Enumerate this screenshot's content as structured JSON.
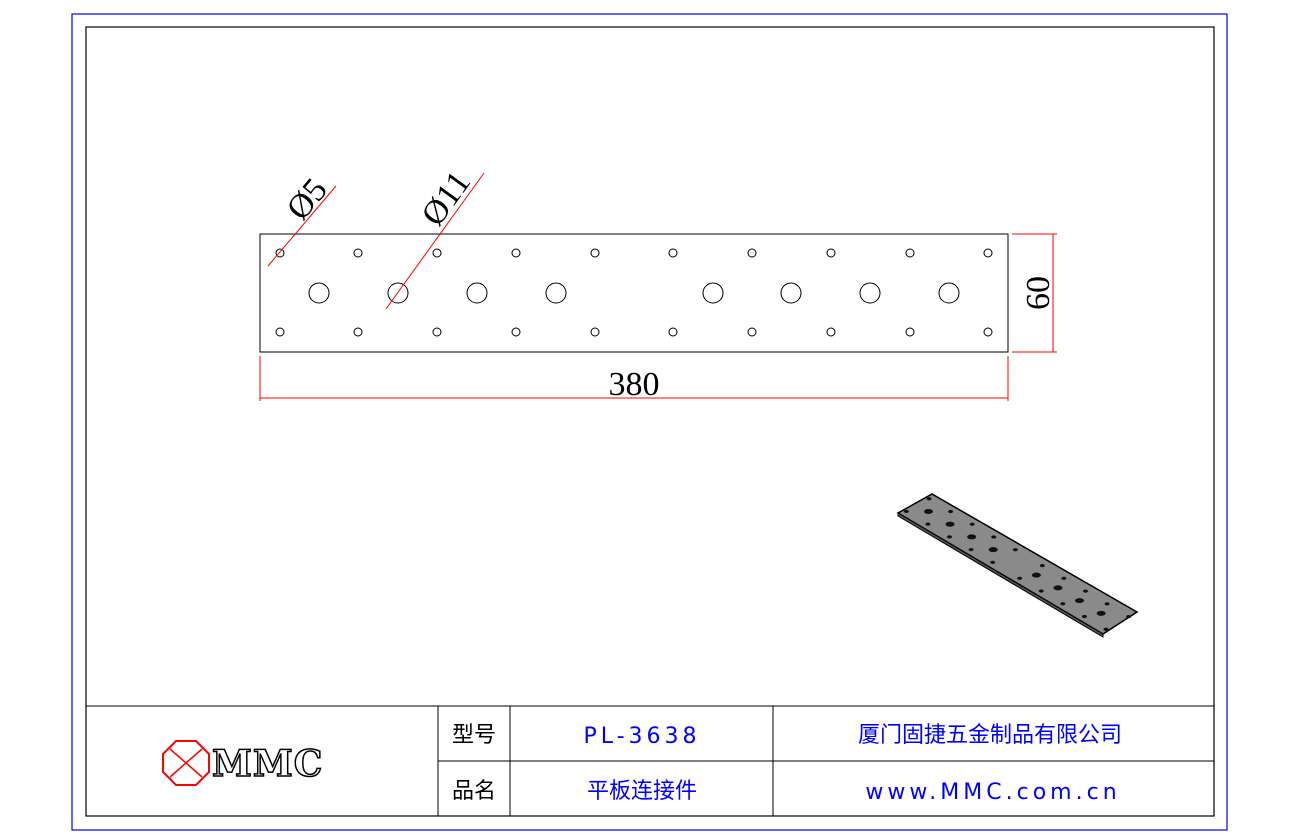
{
  "drawing": {
    "diameter_small": "Ø5",
    "diameter_large": "Ø11",
    "length": "380",
    "width": "60"
  },
  "title_block": {
    "logo_text": "MMC",
    "model_label": "型号",
    "model_value": "PL-3638",
    "name_label": "品名",
    "name_value": "平板连接件",
    "company": "厦门固捷五金制品有限公司",
    "website": "www.MMC.com.cn"
  },
  "colors": {
    "frame": "#0000ff",
    "dimension": "#ff0000",
    "title_text": "#0000ff",
    "plate_3d": "#8a8a8a"
  }
}
